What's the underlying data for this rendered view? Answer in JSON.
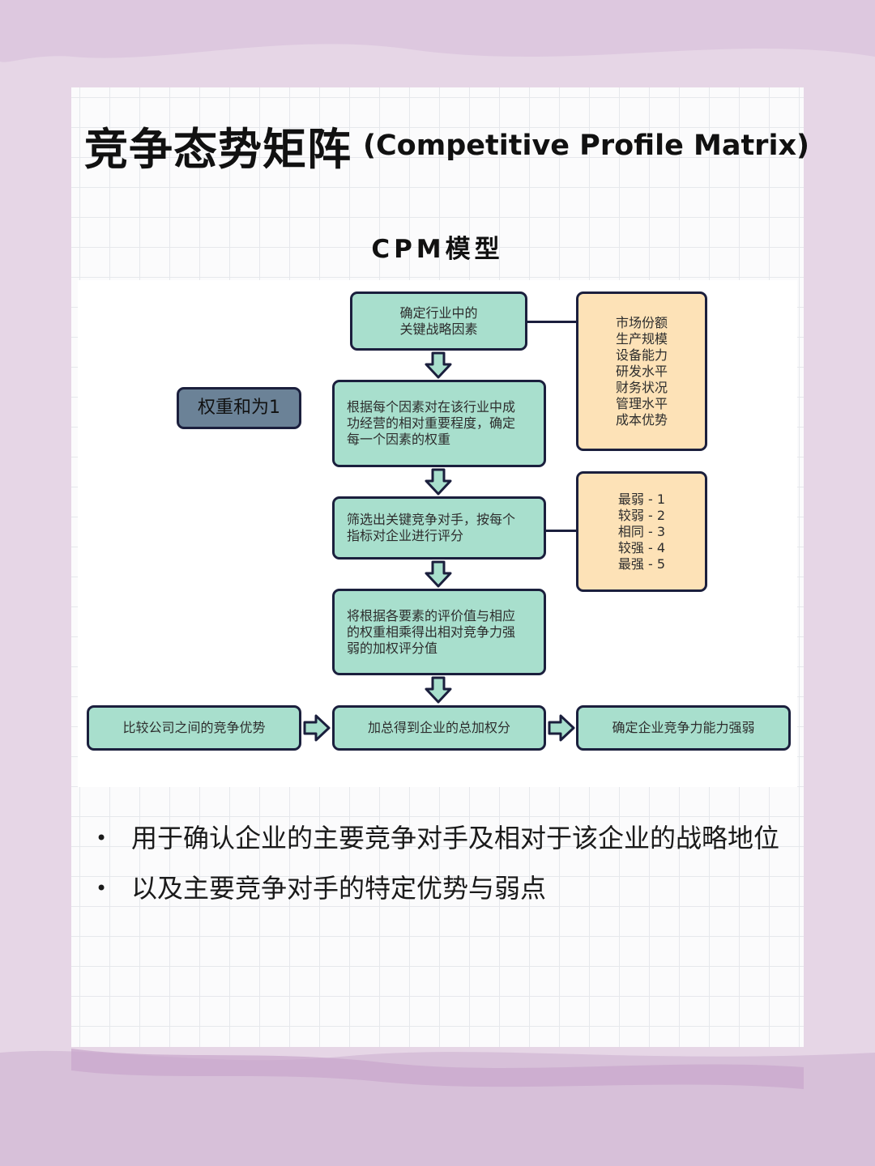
{
  "title": {
    "zh": "竞争态势矩阵",
    "en": "(Competitive Profile Matrix)"
  },
  "subtitle": "CPM模型",
  "flow": {
    "step1": "确定行业中的\n关键战略因素",
    "step2": "根据每个因素对在该行业中成\n功经营的相对重要程度，确定\n每一个因素的权重",
    "step3": "筛选出关键竞争对手，按每个\n指标对企业进行评分",
    "step4": "将根据各要素的评价值与相应\n的权重相乘得出相对竞争力强\n弱的加权评分值",
    "step5": "加总得到企业的总加权分",
    "left_result": "比较公司之间的竞争优势",
    "right_result": "确定企业竞争力能力强弱",
    "weight_note": "权重和为1",
    "factors": "市场份额\n生产规模\n设备能力\n研发水平\n财务状况\n管理水平\n成本优势",
    "scores": "最弱 - 1\n较弱 - 2\n相同 - 3\n较强 - 4\n最强 - 5"
  },
  "bullets": [
    "用于确认企业的主要竞争对手及相对于该企业的战略地位",
    "以及主要竞争对手的特定优势与弱点"
  ],
  "bullet_char": "•",
  "colors": {
    "box_fill": "#a8dfcd",
    "box_border": "#1b1f3d",
    "orange_fill": "#fde2b7",
    "note_fill": "#6b8297",
    "background": "#e6d6e6"
  }
}
